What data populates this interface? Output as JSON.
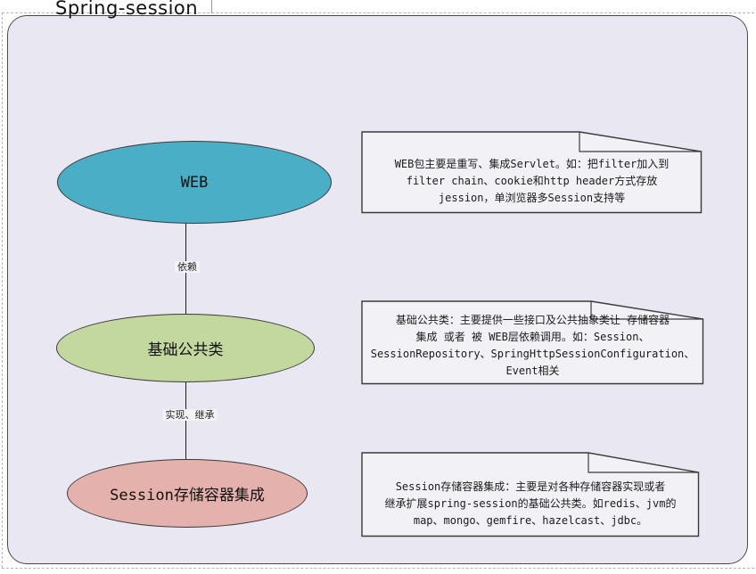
{
  "title": "Spring-session",
  "colors": {
    "page_background": "#ffffff",
    "container_fill": "#e9e7f1",
    "container_border": "#4a4a4a",
    "note_fill": "#f2f1f6",
    "note_border": "#3b3b3b",
    "edge_color": "#1a1a1a"
  },
  "nodes": [
    {
      "id": "web",
      "label": "WEB",
      "fill": "#4aaec6"
    },
    {
      "id": "base",
      "label": "基础公共类",
      "fill": "#c3d89f"
    },
    {
      "id": "store",
      "label": "Session存储容器集成",
      "fill": "#e5b1ac"
    }
  ],
  "edges": [
    {
      "from": "web",
      "to": "base",
      "label": "依赖"
    },
    {
      "from": "base",
      "to": "store",
      "label": "实现、继承"
    }
  ],
  "notes": [
    {
      "for": "web",
      "lines": [
        "WEB包主要是重写、集成Servlet。如：把filter加入到",
        "filter chain、cookie和http header方式存放",
        "jession，单浏览器多Session支持等"
      ]
    },
    {
      "for": "base",
      "lines": [
        "基础公共类：主要提供一些接口及公共抽象类让 存储容器",
        "集成 或者 被 WEB层依赖调用。如：Session、",
        "SessionRepository、SpringHttpSessionConfiguration、",
        "Event相关"
      ]
    },
    {
      "for": "store",
      "lines": [
        "Session存储容器集成：主要是对各种存储容器实现或者",
        "继承扩展spring-session的基础公共类。如redis、jvm的",
        "map、mongo、gemfire、hazelcast、jdbc。"
      ]
    }
  ]
}
